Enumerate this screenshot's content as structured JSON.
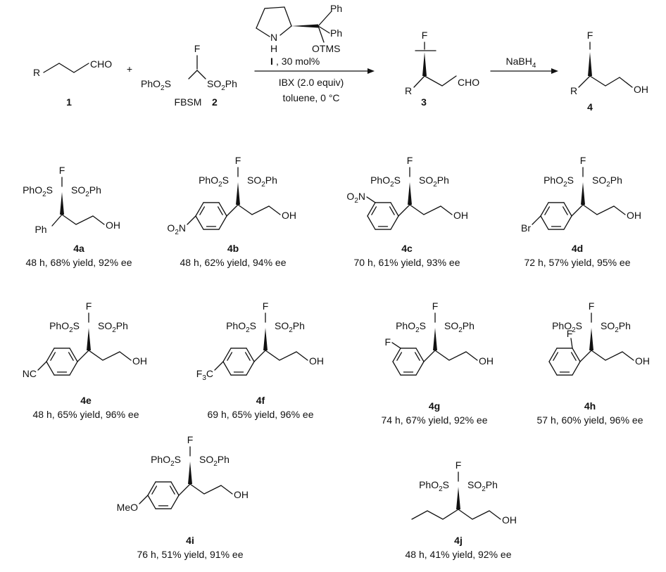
{
  "reaction": {
    "reactant1": {
      "label": "1",
      "R": "R",
      "CHO": "CHO"
    },
    "plus": "+",
    "reactant2": {
      "label": "2",
      "name": "FBSM",
      "F": "F",
      "left": "PhO2S",
      "right": "SO2Ph"
    },
    "catalyst": {
      "N": "N",
      "H": "H",
      "Ph1": "Ph",
      "Ph2": "Ph",
      "OTMS": "OTMS",
      "label": "I",
      "loading": ", 30 mol%"
    },
    "conditions": {
      "oxidant": "IBX (2.0 equiv)",
      "solvent": "toluene, 0 °C"
    },
    "intermediate": {
      "label": "3",
      "R": "R",
      "CHO": "CHO"
    },
    "reductant": "NaBH4",
    "product": {
      "label": "4",
      "R": "R",
      "OH": "OH"
    }
  },
  "products": [
    {
      "label": "4a",
      "caption": "48 h, 68% yield, 92% ee",
      "substituent": "Ph"
    },
    {
      "label": "4b",
      "caption": "48 h, 62% yield, 94% ee",
      "substituent": "O2N"
    },
    {
      "label": "4c",
      "caption": "70 h, 61% yield, 93% ee",
      "substituent": "O2N"
    },
    {
      "label": "4d",
      "caption": "72 h, 57% yield, 95% ee",
      "substituent": "Br"
    },
    {
      "label": "4e",
      "caption": "48 h, 65% yield, 96% ee",
      "substituent": "NC"
    },
    {
      "label": "4f",
      "caption": "69 h, 65% yield, 96% ee",
      "substituent": "F3C"
    },
    {
      "label": "4g",
      "caption": "74 h, 67% yield, 92% ee",
      "substituent": "F"
    },
    {
      "label": "4h",
      "caption": "57 h, 60% yield, 96% ee",
      "substituent": "F"
    },
    {
      "label": "4i",
      "caption": "76 h, 51% yield, 91% ee",
      "substituent": "MeO"
    },
    {
      "label": "4j",
      "caption": "48 h, 41% yield, 92% ee",
      "substituent": ""
    }
  ],
  "common": {
    "F": "F",
    "left": "PhO2S",
    "right": "SO2Ph",
    "OH": "OH"
  }
}
